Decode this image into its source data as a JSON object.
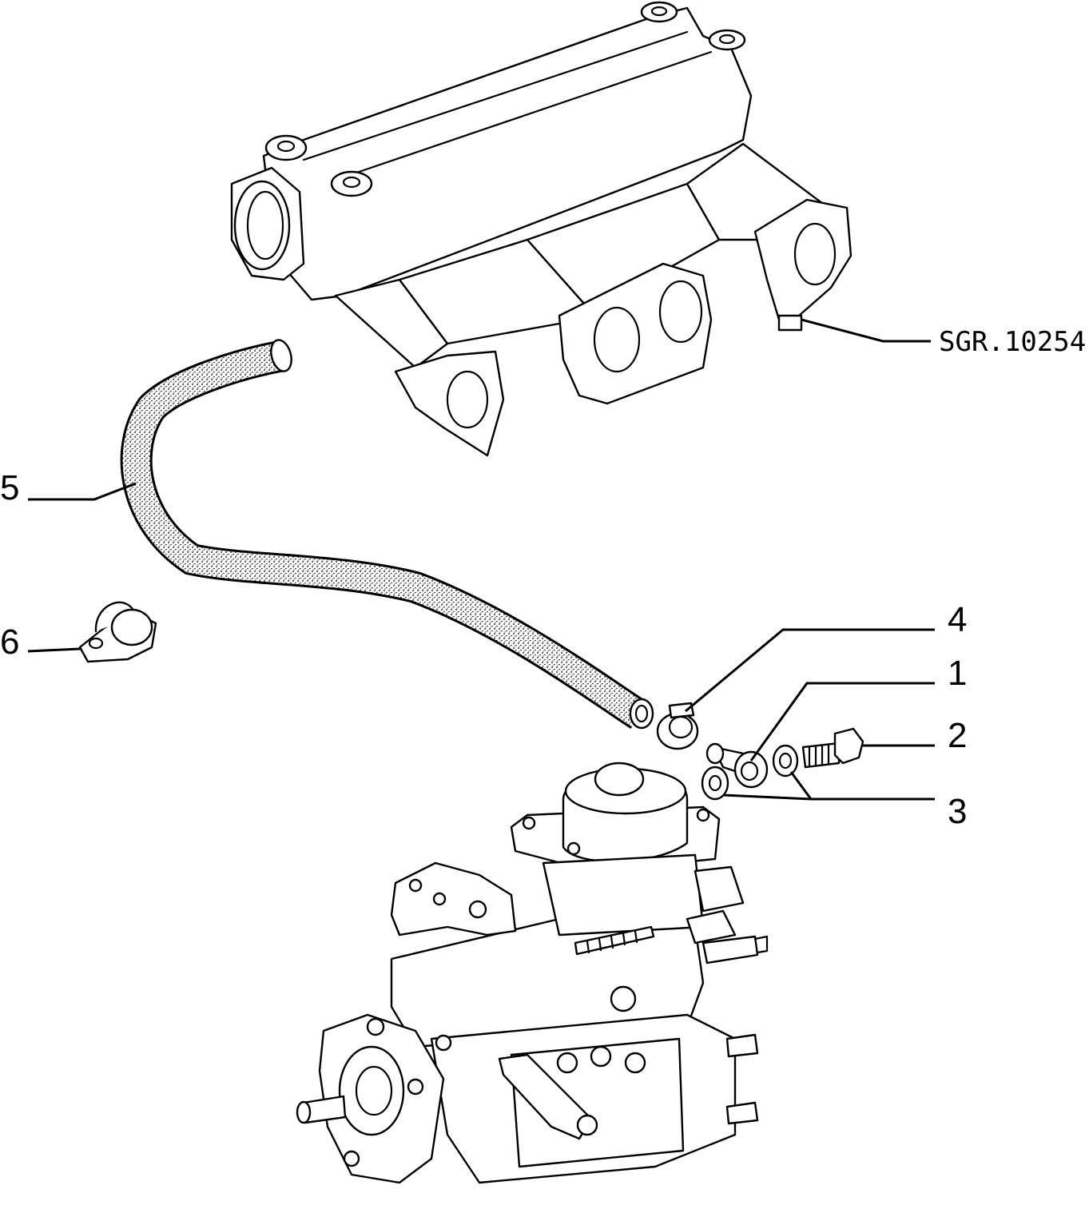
{
  "reference_code": "SGR.10254",
  "callouts": [
    {
      "id": "1",
      "label": "1"
    },
    {
      "id": "2",
      "label": "2"
    },
    {
      "id": "3",
      "label": "3"
    },
    {
      "id": "4",
      "label": "4"
    },
    {
      "id": "5",
      "label": "5"
    },
    {
      "id": "6",
      "label": "6"
    }
  ]
}
